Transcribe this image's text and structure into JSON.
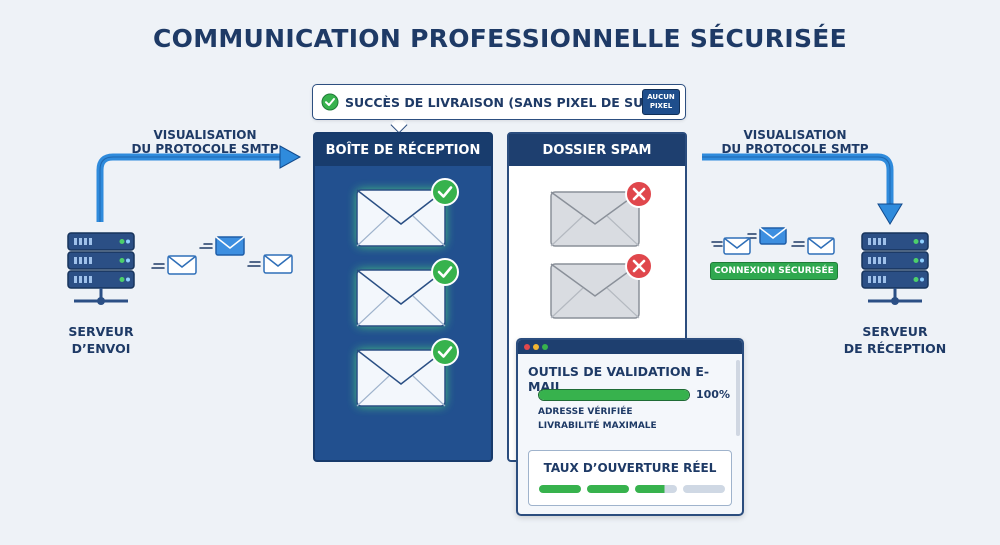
{
  "title": "COMMUNICATION PROFESSIONNELLE SÉCURISÉE",
  "left_flow": {
    "label_line1": "VISUALISATION",
    "label_line2": "DU PROTOCOLE SMTP",
    "server_line1": "SERVEUR",
    "server_line2": "D’ENVOI"
  },
  "right_flow": {
    "label_line1": "VISUALISATION",
    "label_line2": "DU PROTOCOLE SMTP",
    "server_line1": "SERVEUR",
    "server_line2": "DE RÉCEPTION",
    "secure_badge": "CONNEXION SÉCURISÉE"
  },
  "banner": {
    "text": "SUCCÈS DE LIVRAISON (SANS PIXEL DE SUIVI)",
    "badge_line1": "AUCUN",
    "badge_line2": "PIXEL"
  },
  "inbox": {
    "title": "BOÎTE DE RÉCEPTION",
    "email_count": 3,
    "status_icon": "check-icon"
  },
  "spam": {
    "title": "DOSSIER SPAM",
    "email_count": 2,
    "status_icon": "cross-icon"
  },
  "validator": {
    "title": "OUTILS DE VALIDATION E-MAIL",
    "progress": 1.0,
    "progress_label": "100%",
    "line1": "ADRESSE VÉRIFIÉE",
    "line2": "LIVRABILITÉ MAXIMALE",
    "open_rate_title": "TAUX D’OUVERTURE RÉEL",
    "open_rate_segments": [
      "filled",
      "filled",
      "partial",
      "empty"
    ]
  },
  "colors": {
    "navy": "#1e3a66",
    "blue_accent": "#2f8bdc",
    "green": "#37b24d",
    "red": "#e0474c"
  }
}
